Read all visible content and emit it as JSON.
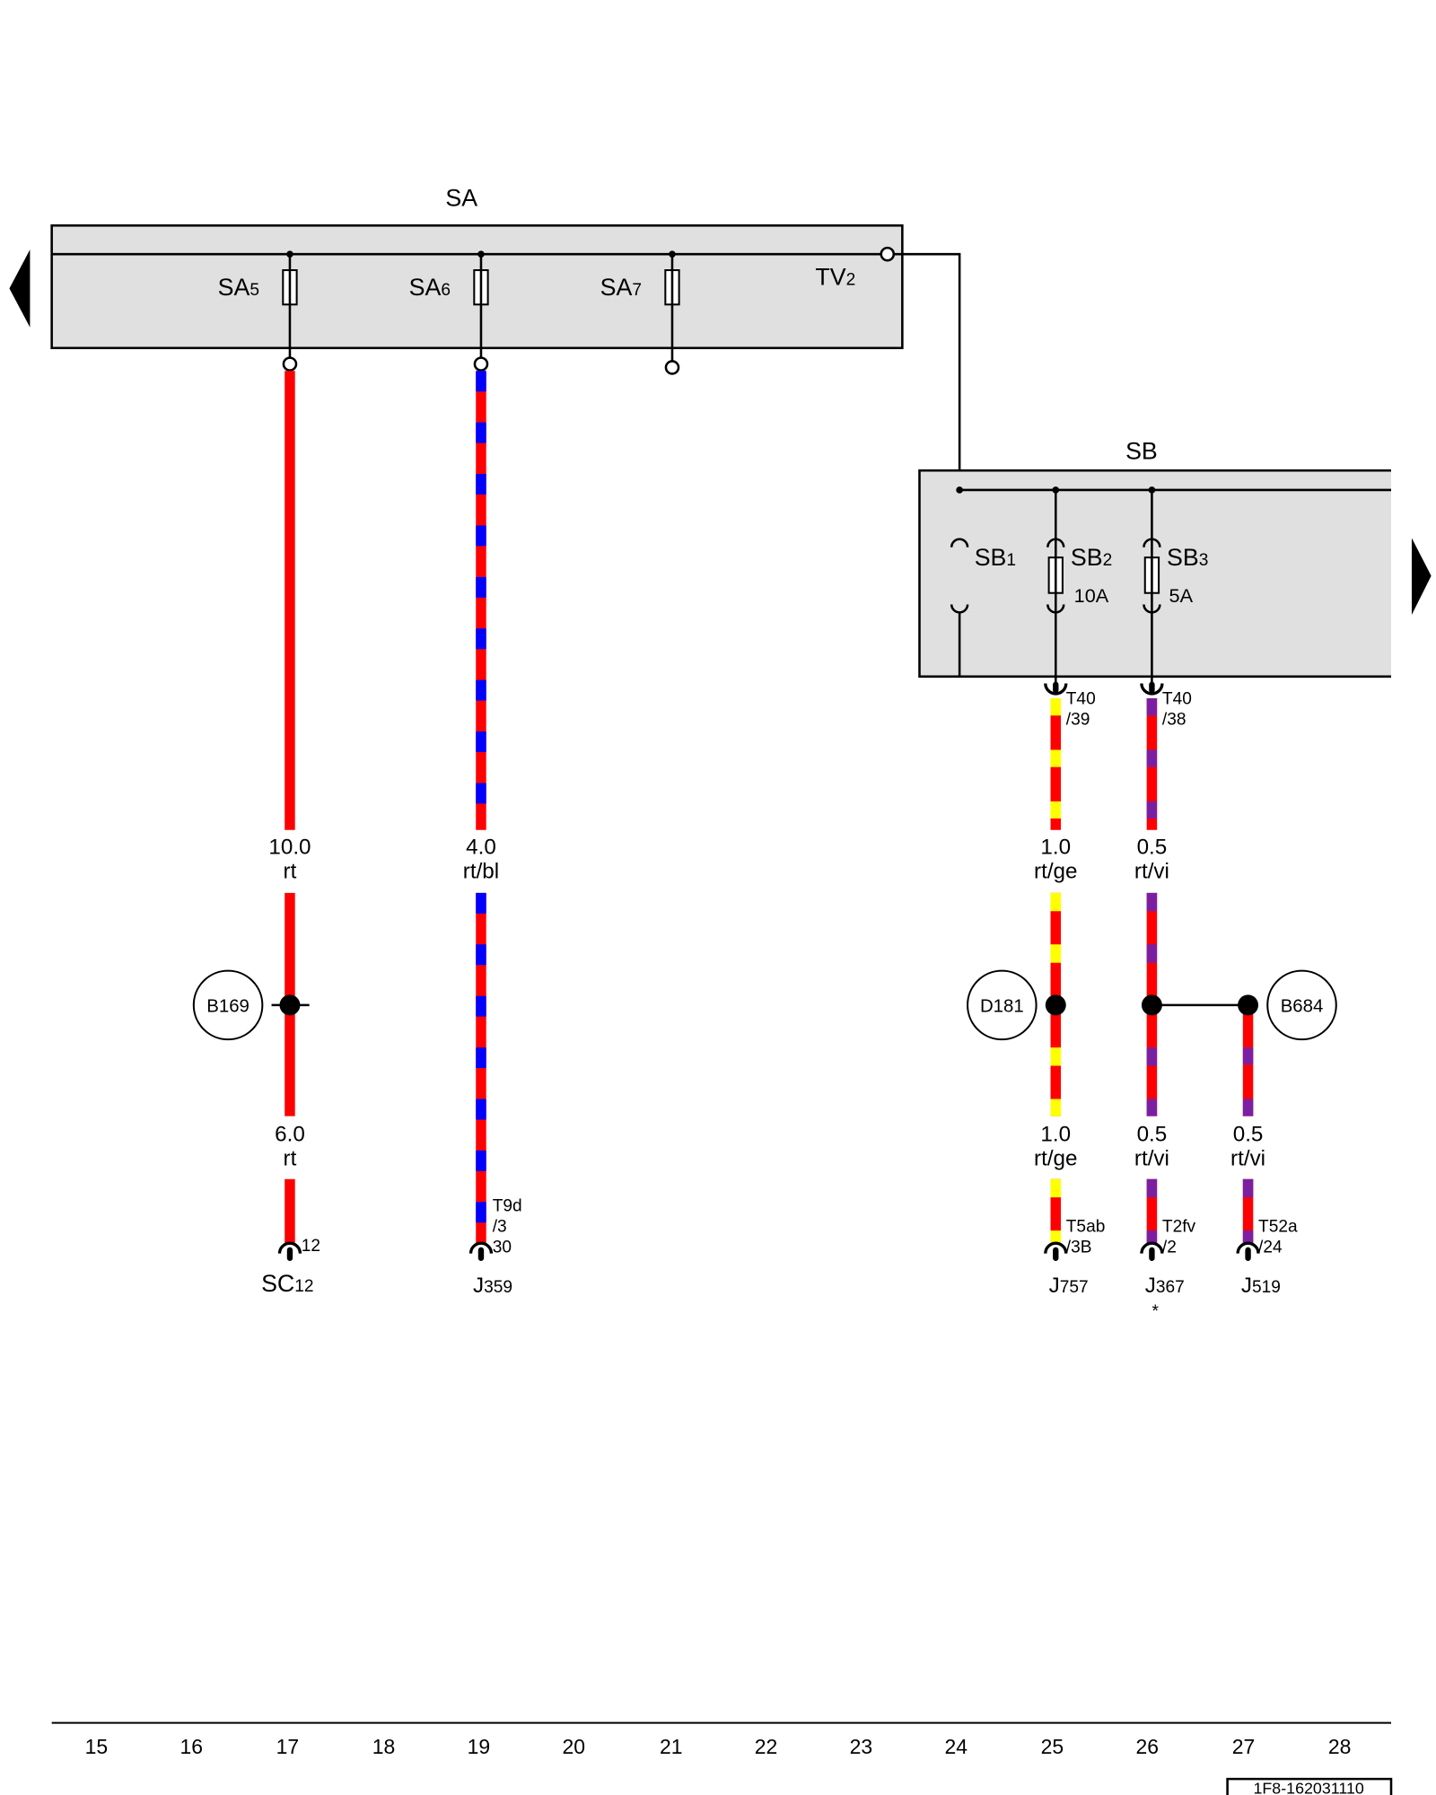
{
  "blocks": {
    "sa": {
      "title": "SA",
      "fuses": [
        {
          "main": "SA",
          "sub": "5"
        },
        {
          "main": "SA",
          "sub": "6"
        },
        {
          "main": "SA",
          "sub": "7"
        }
      ],
      "terminal": {
        "main": "TV",
        "sub": "2"
      }
    },
    "sb": {
      "title": "SB",
      "fuses": [
        {
          "main": "SB",
          "sub": "1"
        },
        {
          "main": "SB",
          "sub": "2",
          "rating": "10A"
        },
        {
          "main": "SB",
          "sub": "3",
          "rating": "5A"
        }
      ],
      "connectors": [
        {
          "name": "T40",
          "pin": "/39"
        },
        {
          "name": "T40",
          "pin": "/38"
        }
      ]
    }
  },
  "wires": [
    {
      "segments": [
        {
          "size": "10.0",
          "color": "rt"
        },
        {
          "size": "6.0",
          "color": "rt"
        }
      ]
    },
    {
      "segments": [
        {
          "size": "4.0",
          "color": "rt/bl"
        }
      ]
    },
    {
      "segments": [
        {
          "size": "1.0",
          "color": "rt/ge"
        },
        {
          "size": "1.0",
          "color": "rt/ge"
        }
      ]
    },
    {
      "segments": [
        {
          "size": "0.5",
          "color": "rt/vi"
        },
        {
          "size": "0.5",
          "color": "rt/vi"
        }
      ]
    },
    {
      "segments": [
        {
          "size": "0.5",
          "color": "rt/vi"
        }
      ]
    }
  ],
  "splices": [
    "B169",
    "D181",
    "B684"
  ],
  "terminals": [
    {
      "component": {
        "main": "SC",
        "sub": "12"
      },
      "pins": [
        "12"
      ]
    },
    {
      "component": {
        "main": "J",
        "sub": "359"
      },
      "pins": [
        "T9d",
        "/3",
        "30"
      ]
    },
    {
      "component": {
        "main": "J",
        "sub": "757"
      },
      "pins": [
        "T5ab",
        "/3B"
      ]
    },
    {
      "component": {
        "main": "J",
        "sub": "367"
      },
      "pins": [
        "T2fv",
        "/2"
      ],
      "note": "*"
    },
    {
      "component": {
        "main": "J",
        "sub": "519"
      },
      "pins": [
        "T52a",
        "/24"
      ]
    }
  ],
  "grid_numbers": [
    "15",
    "16",
    "17",
    "18",
    "19",
    "20",
    "21",
    "22",
    "23",
    "24",
    "25",
    "26",
    "27",
    "28"
  ],
  "drawing_number": "1F8-162031110",
  "colors": {
    "rt": "#ff0000",
    "bl": "#0000ff",
    "ge": "#ffff00",
    "vi": "#7b1fa2",
    "block_fill": "#e0e0e0"
  }
}
